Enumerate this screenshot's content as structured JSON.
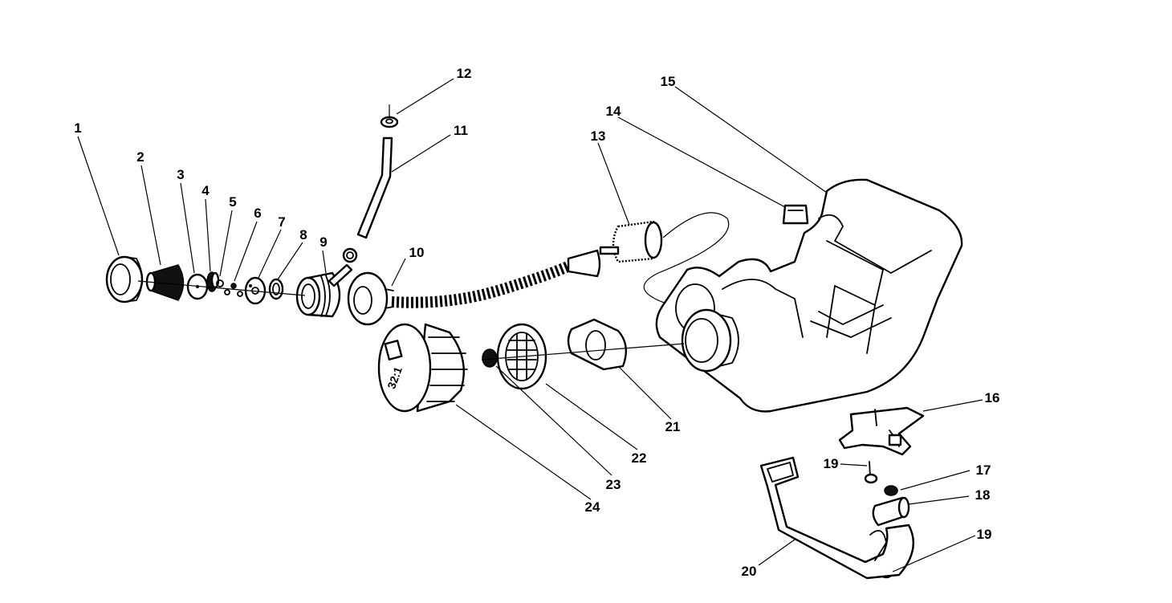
{
  "callouts": [
    {
      "id": "1",
      "text": "1"
    },
    {
      "id": "2",
      "text": "2"
    },
    {
      "id": "3",
      "text": "3"
    },
    {
      "id": "4",
      "text": "4"
    },
    {
      "id": "5",
      "text": "5"
    },
    {
      "id": "6",
      "text": "6"
    },
    {
      "id": "7",
      "text": "7"
    },
    {
      "id": "8",
      "text": "8"
    },
    {
      "id": "9",
      "text": "9"
    },
    {
      "id": "10",
      "text": "10"
    },
    {
      "id": "11",
      "text": "11"
    },
    {
      "id": "12",
      "text": "12"
    },
    {
      "id": "13",
      "text": "13"
    },
    {
      "id": "14",
      "text": "14"
    },
    {
      "id": "15",
      "text": "15"
    },
    {
      "id": "16",
      "text": "16"
    },
    {
      "id": "17",
      "text": "17"
    },
    {
      "id": "18",
      "text": "18"
    },
    {
      "id": "19a",
      "text": "19"
    },
    {
      "id": "19b",
      "text": "19"
    },
    {
      "id": "20",
      "text": "20"
    },
    {
      "id": "21",
      "text": "21"
    },
    {
      "id": "22",
      "text": "22"
    },
    {
      "id": "23",
      "text": "23"
    },
    {
      "id": "24",
      "text": "24"
    }
  ],
  "cap_marking": "32:1"
}
